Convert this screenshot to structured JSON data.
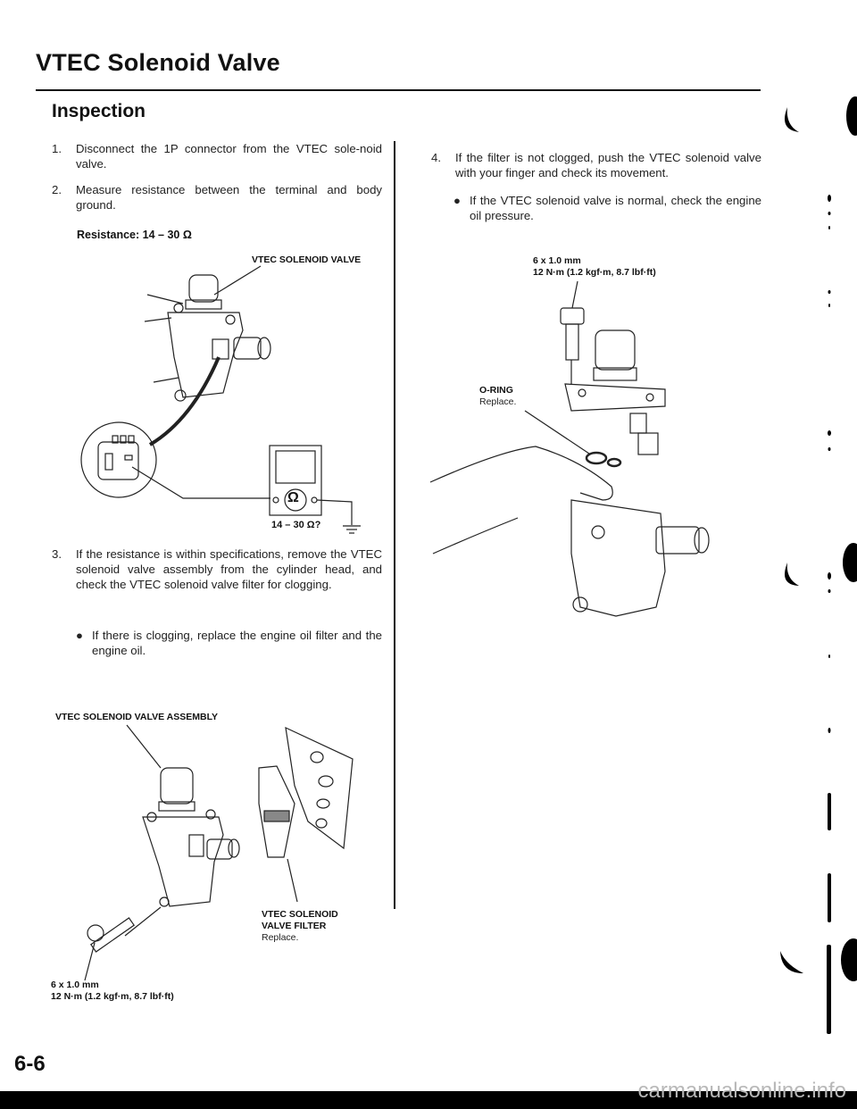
{
  "header": {
    "title": "VTEC Solenoid Valve",
    "section": "Inspection"
  },
  "left_column": {
    "steps": [
      {
        "num": "1.",
        "text": "Disconnect the 1P connector from the VTEC sole-noid valve."
      },
      {
        "num": "2.",
        "text": "Measure resistance between the terminal and body ground."
      },
      {
        "num": "3.",
        "text": "If the resistance is within specifications, remove the VTEC solenoid valve assembly from the cylinder head, and check the VTEC solenoid valve filter for clogging."
      }
    ],
    "spec": "Resistance: 14 – 30 Ω",
    "figure1": {
      "label_valve": "VTEC SOLENOID VALVE",
      "meter_reading": "14 – 30 Ω?",
      "ohm_symbol": "Ω"
    },
    "bullet3": "If there is clogging, replace the engine oil filter and the engine oil.",
    "figure2": {
      "label_assembly": "VTEC SOLENOID VALVE ASSEMBLY",
      "label_filter_line1": "VTEC SOLENOID",
      "label_filter_line2": "VALVE FILTER",
      "label_filter_note": "Replace.",
      "bolt_size": "6 x 1.0 mm",
      "bolt_torque": "12 N·m (1.2 kgf·m, 8.7 lbf·ft)"
    }
  },
  "right_column": {
    "step4": {
      "num": "4.",
      "text": "If the filter is not clogged, push the VTEC solenoid valve with your finger and check its movement."
    },
    "bullet4": "If the VTEC solenoid valve is normal, check the engine oil pressure.",
    "figure3": {
      "bolt_size": "6 x 1.0 mm",
      "bolt_torque": "12 N·m (1.2 kgf·m, 8.7 lbf·ft)",
      "label_oring": "O-RING",
      "label_oring_note": "Replace."
    }
  },
  "footer": {
    "page_number": "6-6",
    "watermark": "carmanualsonline.info"
  }
}
